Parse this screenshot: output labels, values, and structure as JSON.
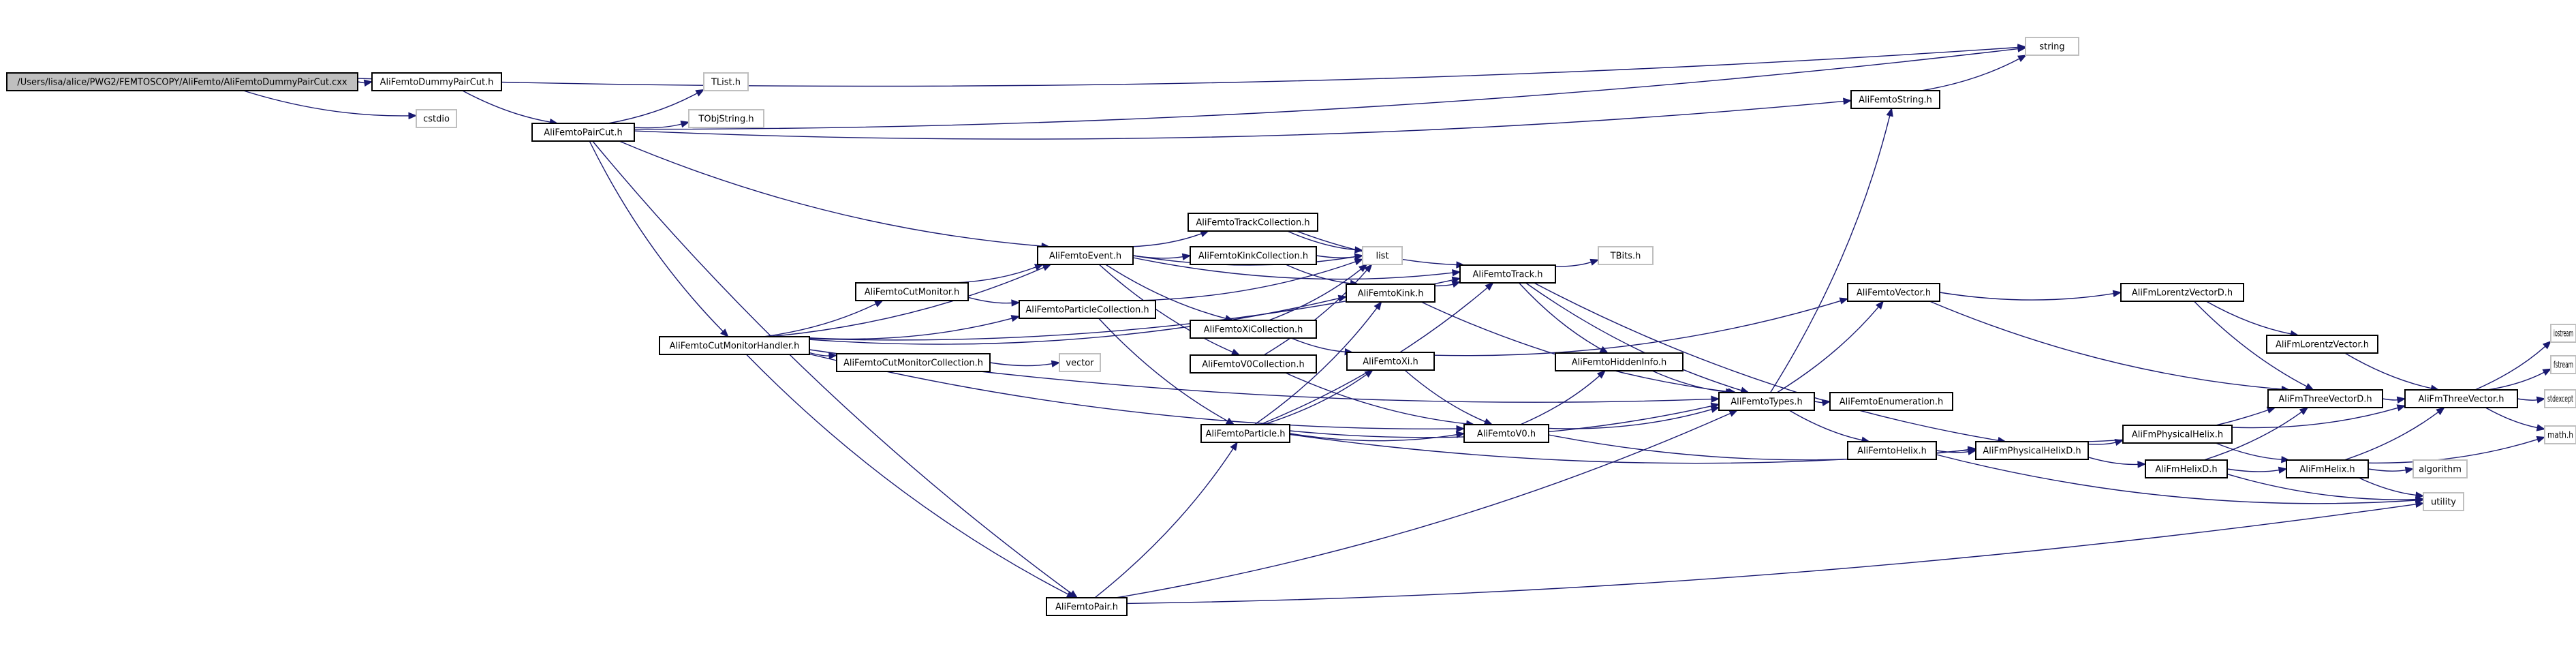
{
  "graph": {
    "nodes": [
      {
        "id": "root",
        "label": "/Users/lisa/alice/PWG2/FEMTOSCOPY/AliFemto/AliFemtoDummyPairCut.cxx",
        "root": true,
        "external": false
      },
      {
        "id": "dummypaircut",
        "label": "AliFemtoDummyPairCut.h",
        "root": false,
        "external": false
      },
      {
        "id": "cstdio",
        "label": "cstdio",
        "root": false,
        "external": true
      },
      {
        "id": "paircut",
        "label": "AliFemtoPairCut.h",
        "root": false,
        "external": false
      },
      {
        "id": "tlist",
        "label": "TList.h",
        "root": false,
        "external": true
      },
      {
        "id": "tobjstring",
        "label": "TObjString.h",
        "root": false,
        "external": true
      },
      {
        "id": "string",
        "label": "string",
        "root": false,
        "external": true
      },
      {
        "id": "femtostring",
        "label": "AliFemtoString.h",
        "root": false,
        "external": false
      },
      {
        "id": "tracklist",
        "label": "AliFemtoTrackCollection.h",
        "root": false,
        "external": false
      },
      {
        "id": "event",
        "label": "AliFemtoEvent.h",
        "root": false,
        "external": false
      },
      {
        "id": "kinkcoll",
        "label": "AliFemtoKinkCollection.h",
        "root": false,
        "external": false
      },
      {
        "id": "list",
        "label": "list",
        "root": false,
        "external": true
      },
      {
        "id": "track",
        "label": "AliFemtoTrack.h",
        "root": false,
        "external": false
      },
      {
        "id": "tbits",
        "label": "TBits.h",
        "root": false,
        "external": true
      },
      {
        "id": "cutmonitor",
        "label": "AliFemtoCutMonitor.h",
        "root": false,
        "external": false
      },
      {
        "id": "particlecoll",
        "label": "AliFemtoParticleCollection.h",
        "root": false,
        "external": false
      },
      {
        "id": "kink",
        "label": "AliFemtoKink.h",
        "root": false,
        "external": false
      },
      {
        "id": "xicoll",
        "label": "AliFemtoXiCollection.h",
        "root": false,
        "external": false
      },
      {
        "id": "cutmonhandler",
        "label": "AliFemtoCutMonitorHandler.h",
        "root": false,
        "external": false
      },
      {
        "id": "cutmoncoll",
        "label": "AliFemtoCutMonitorCollection.h",
        "root": false,
        "external": false
      },
      {
        "id": "vector",
        "label": "vector",
        "root": false,
        "external": true
      },
      {
        "id": "v0coll",
        "label": "AliFemtoV0Collection.h",
        "root": false,
        "external": false
      },
      {
        "id": "xi",
        "label": "AliFemtoXi.h",
        "root": false,
        "external": false
      },
      {
        "id": "hiddeninfo",
        "label": "AliFemtoHiddenInfo.h",
        "root": false,
        "external": false
      },
      {
        "id": "femtovector",
        "label": "AliFemtoVector.h",
        "root": false,
        "external": false
      },
      {
        "id": "types",
        "label": "AliFemtoTypes.h",
        "root": false,
        "external": false
      },
      {
        "id": "enumeration",
        "label": "AliFemtoEnumeration.h",
        "root": false,
        "external": false
      },
      {
        "id": "lorentzvectord",
        "label": "AliFmLorentzVectorD.h",
        "root": false,
        "external": false
      },
      {
        "id": "lorentzvector",
        "label": "AliFmLorentzVector.h",
        "root": false,
        "external": false
      },
      {
        "id": "particle",
        "label": "AliFemtoParticle.h",
        "root": false,
        "external": false
      },
      {
        "id": "v0",
        "label": "AliFemtoV0.h",
        "root": false,
        "external": false
      },
      {
        "id": "femtohelix",
        "label": "AliFemtoHelix.h",
        "root": false,
        "external": false
      },
      {
        "id": "physhelixd",
        "label": "AliFmPhysicalHelixD.h",
        "root": false,
        "external": false
      },
      {
        "id": "physhelix",
        "label": "AliFmPhysicalHelix.h",
        "root": false,
        "external": false
      },
      {
        "id": "threevectord",
        "label": "AliFmThreeVectorD.h",
        "root": false,
        "external": false
      },
      {
        "id": "threevector",
        "label": "AliFmThreeVector.h",
        "root": false,
        "external": false
      },
      {
        "id": "helixd",
        "label": "AliFmHelixD.h",
        "root": false,
        "external": false
      },
      {
        "id": "fmhelix",
        "label": "AliFmHelix.h",
        "root": false,
        "external": false
      },
      {
        "id": "iostream",
        "label": "iostream",
        "root": false,
        "external": true
      },
      {
        "id": "fstream",
        "label": "fstream",
        "root": false,
        "external": true
      },
      {
        "id": "stdexcept",
        "label": "stdexcept",
        "root": false,
        "external": true
      },
      {
        "id": "math",
        "label": "math.h",
        "root": false,
        "external": true
      },
      {
        "id": "algorithm",
        "label": "algorithm",
        "root": false,
        "external": true
      },
      {
        "id": "utility",
        "label": "utility",
        "root": false,
        "external": true
      },
      {
        "id": "pair",
        "label": "AliFemtoPair.h",
        "root": false,
        "external": false
      }
    ],
    "edges": [
      {
        "from": "root",
        "to": "dummypaircut"
      },
      {
        "from": "root",
        "to": "cstdio"
      },
      {
        "from": "root",
        "to": "string"
      },
      {
        "from": "dummypaircut",
        "to": "paircut"
      },
      {
        "from": "paircut",
        "to": "tlist"
      },
      {
        "from": "paircut",
        "to": "tobjstring"
      },
      {
        "from": "paircut",
        "to": "string"
      },
      {
        "from": "paircut",
        "to": "femtostring"
      },
      {
        "from": "paircut",
        "to": "event"
      },
      {
        "from": "paircut",
        "to": "cutmonhandler"
      },
      {
        "from": "paircut",
        "to": "pair"
      },
      {
        "from": "femtostring",
        "to": "string"
      },
      {
        "from": "event",
        "to": "tracklist"
      },
      {
        "from": "event",
        "to": "kinkcoll"
      },
      {
        "from": "event",
        "to": "xicoll"
      },
      {
        "from": "event",
        "to": "v0coll"
      },
      {
        "from": "event",
        "to": "track"
      },
      {
        "from": "event",
        "to": "list"
      },
      {
        "from": "tracklist",
        "to": "list"
      },
      {
        "from": "tracklist",
        "to": "track"
      },
      {
        "from": "kinkcoll",
        "to": "list"
      },
      {
        "from": "kinkcoll",
        "to": "kink"
      },
      {
        "from": "xicoll",
        "to": "list"
      },
      {
        "from": "xicoll",
        "to": "xi"
      },
      {
        "from": "v0coll",
        "to": "list"
      },
      {
        "from": "v0coll",
        "to": "v0"
      },
      {
        "from": "track",
        "to": "tbits"
      },
      {
        "from": "track",
        "to": "types"
      },
      {
        "from": "track",
        "to": "hiddeninfo"
      },
      {
        "from": "track",
        "to": "physhelixd"
      },
      {
        "from": "kink",
        "to": "track"
      },
      {
        "from": "kink",
        "to": "types"
      },
      {
        "from": "xi",
        "to": "v0"
      },
      {
        "from": "xi",
        "to": "femtovector"
      },
      {
        "from": "v0",
        "to": "types"
      },
      {
        "from": "v0",
        "to": "hiddeninfo"
      },
      {
        "from": "v0",
        "to": "physhelixd"
      },
      {
        "from": "hiddeninfo",
        "to": "types"
      },
      {
        "from": "types",
        "to": "femtostring"
      },
      {
        "from": "types",
        "to": "femtovector"
      },
      {
        "from": "types",
        "to": "enumeration"
      },
      {
        "from": "types",
        "to": "femtohelix"
      },
      {
        "from": "femtovector",
        "to": "lorentzvectord"
      },
      {
        "from": "femtovector",
        "to": "threevectord"
      },
      {
        "from": "lorentzvectord",
        "to": "lorentzvector"
      },
      {
        "from": "lorentzvectord",
        "to": "threevectord"
      },
      {
        "from": "lorentzvector",
        "to": "threevector"
      },
      {
        "from": "threevectord",
        "to": "threevector"
      },
      {
        "from": "threevector",
        "to": "iostream"
      },
      {
        "from": "threevector",
        "to": "fstream"
      },
      {
        "from": "threevector",
        "to": "stdexcept"
      },
      {
        "from": "threevector",
        "to": "math"
      },
      {
        "from": "femtohelix",
        "to": "physhelixd"
      },
      {
        "from": "femtohelix",
        "to": "utility"
      },
      {
        "from": "physhelixd",
        "to": "physhelix"
      },
      {
        "from": "physhelixd",
        "to": "helixd"
      },
      {
        "from": "physhelixd",
        "to": "threevectord"
      },
      {
        "from": "physhelix",
        "to": "fmhelix"
      },
      {
        "from": "physhelix",
        "to": "threevector"
      },
      {
        "from": "helixd",
        "to": "fmhelix"
      },
      {
        "from": "helixd",
        "to": "threevectord"
      },
      {
        "from": "helixd",
        "to": "utility"
      },
      {
        "from": "fmhelix",
        "to": "threevector"
      },
      {
        "from": "fmhelix",
        "to": "math"
      },
      {
        "from": "fmhelix",
        "to": "algorithm"
      },
      {
        "from": "fmhelix",
        "to": "utility"
      },
      {
        "from": "cutmonitor",
        "to": "event"
      },
      {
        "from": "cutmonitor",
        "to": "particlecoll"
      },
      {
        "from": "particlecoll",
        "to": "list"
      },
      {
        "from": "particlecoll",
        "to": "particle"
      },
      {
        "from": "particle",
        "to": "track"
      },
      {
        "from": "particle",
        "to": "kink"
      },
      {
        "from": "particle",
        "to": "xi"
      },
      {
        "from": "particle",
        "to": "v0"
      },
      {
        "from": "particle",
        "to": "types"
      },
      {
        "from": "particle",
        "to": "physhelixd"
      },
      {
        "from": "cutmonhandler",
        "to": "cutmonitor"
      },
      {
        "from": "cutmonhandler",
        "to": "cutmoncoll"
      },
      {
        "from": "cutmonhandler",
        "to": "particlecoll"
      },
      {
        "from": "cutmonhandler",
        "to": "event"
      },
      {
        "from": "cutmonhandler",
        "to": "track"
      },
      {
        "from": "cutmonhandler",
        "to": "kink"
      },
      {
        "from": "cutmonhandler",
        "to": "v0"
      },
      {
        "from": "cutmonhandler",
        "to": "types"
      },
      {
        "from": "cutmonhandler",
        "to": "pair"
      },
      {
        "from": "cutmoncoll",
        "to": "vector"
      },
      {
        "from": "pair",
        "to": "particle"
      },
      {
        "from": "pair",
        "to": "types"
      },
      {
        "from": "pair",
        "to": "utility"
      }
    ]
  }
}
